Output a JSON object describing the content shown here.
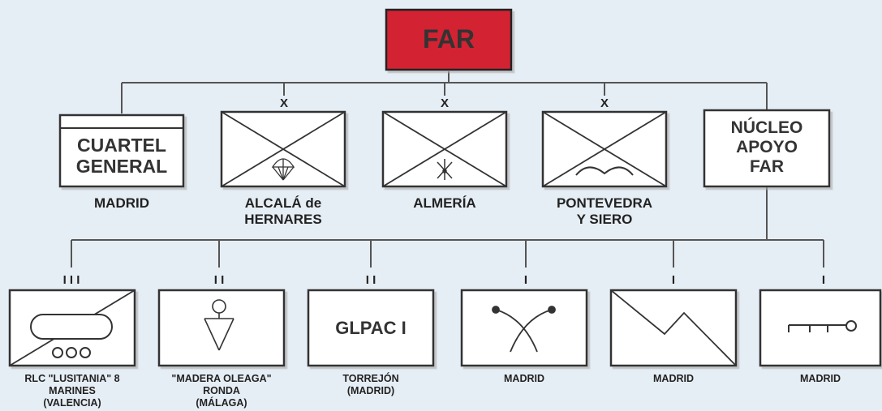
{
  "root": {
    "label": "FAR",
    "fill": "#d32030"
  },
  "units_top": [
    {
      "id": "cuartel",
      "text_lines": [
        "CUARTEL",
        "GENERAL"
      ],
      "location_lines": [
        "MADRID"
      ],
      "echelon": ""
    },
    {
      "id": "alcala",
      "location_lines": [
        "ALCALÁ de",
        "HERNARES"
      ],
      "echelon": "X",
      "symbol": "parachute-icon"
    },
    {
      "id": "almeria",
      "location_lines": [
        "ALMERÍA"
      ],
      "echelon": "X",
      "symbol": "legion-emblem-icon"
    },
    {
      "id": "pontevedra",
      "location_lines": [
        "PONTEVEDRA",
        "Y SIERO"
      ],
      "echelon": "X",
      "symbol": "mountain-icon"
    },
    {
      "id": "nucleo",
      "text_lines": [
        "NÚCLEO",
        "APOYO",
        "FAR"
      ],
      "location_lines": [],
      "echelon": ""
    }
  ],
  "units_bottom": [
    {
      "id": "rlc",
      "location_lines": [
        "RLC \"LUSITANIA\" 8",
        "MARINES",
        "(VALENCIA)"
      ],
      "echelon": "I I I",
      "symbol": "armored-cavalry-icon"
    },
    {
      "id": "madera",
      "location_lines": [
        "\"MADERA OLEAGA\"",
        "RONDA",
        "(MÁLAGA)"
      ],
      "echelon": "I I",
      "symbol": "special-ops-icon"
    },
    {
      "id": "glpac",
      "text_lines": [
        "GLPAC I"
      ],
      "location_lines": [
        "TORREJÓN",
        "(MADRID)"
      ],
      "echelon": "I I"
    },
    {
      "id": "eng",
      "location_lines": [
        "MADRID"
      ],
      "echelon": "I",
      "symbol": "engineer-icon"
    },
    {
      "id": "signals",
      "location_lines": [
        "MADRID"
      ],
      "echelon": "I",
      "symbol": "signals-icon"
    },
    {
      "id": "maint",
      "location_lines": [
        "MADRID"
      ],
      "echelon": "I",
      "symbol": "maintenance-icon"
    }
  ]
}
